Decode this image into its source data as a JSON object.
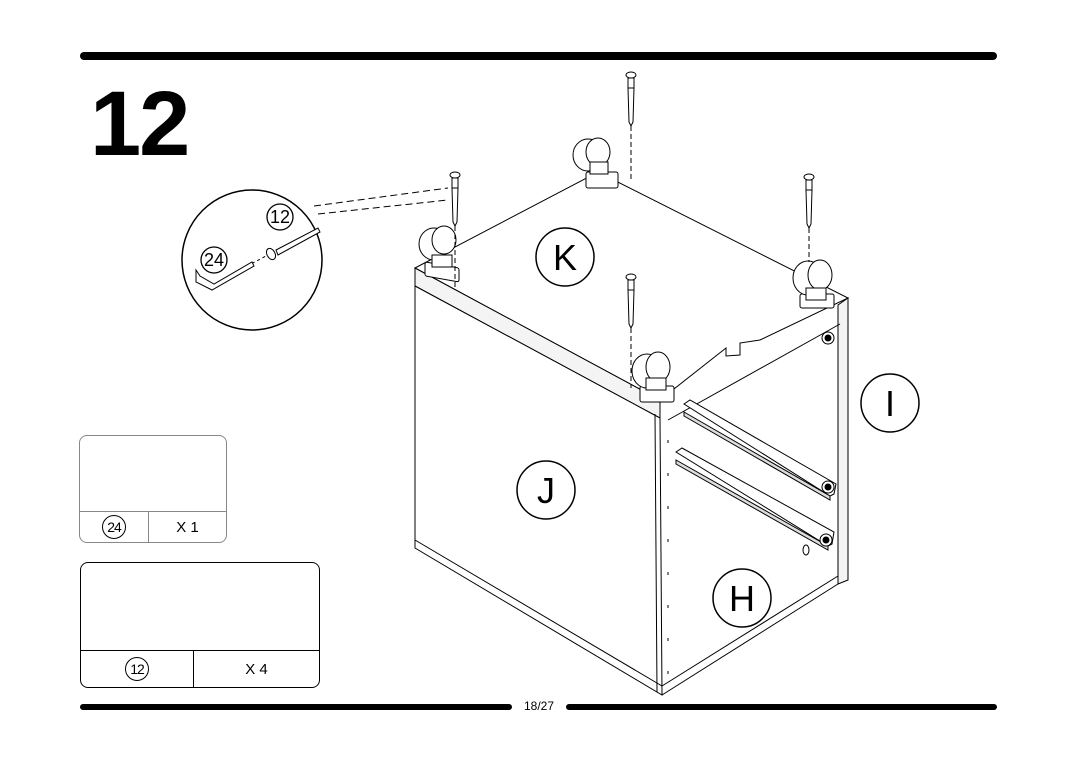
{
  "step": {
    "number": "12"
  },
  "footer": {
    "page": "18/27"
  },
  "parts": {
    "K": "K",
    "I": "I",
    "J": "J",
    "H": "H"
  },
  "callout": {
    "screw_id": "12",
    "wrench_id": "24"
  },
  "hardware": [
    {
      "id": "24",
      "quantity": "X 1",
      "item": "allen-key"
    },
    {
      "id": "12",
      "quantity": "X 4",
      "item": "screw"
    }
  ]
}
